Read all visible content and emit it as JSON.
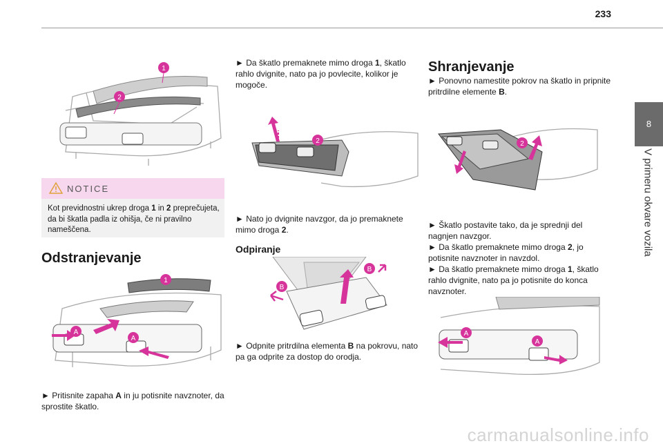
{
  "header": {
    "page_number": "233"
  },
  "side_tab": {
    "chapter_number": "8",
    "chapter_title": "V primeru okvare vozila"
  },
  "col1": {
    "notice_title": "NOTICE",
    "notice_text_parts": [
      "Kot previdnostni ukrep droga ",
      "1",
      " in ",
      "2",
      " preprečujeta, da bi škatla padla iz ohišja, če ni pravilno nameščena."
    ],
    "heading_removal": "Odstranjevanje",
    "step_press": [
      "► Pritisnite zapaha ",
      "A",
      " in ju potisnite navznoter, da sprostite škatlo."
    ],
    "fig1_labels": [
      "1",
      "2"
    ],
    "fig2_labels": [
      "1",
      "A",
      "A"
    ]
  },
  "col2": {
    "step_move1": [
      "► Da škatlo premaknete mimo droga ",
      "1",
      ", škatlo rahlo dvignite, nato pa jo povlecite, kolikor je mogoče."
    ],
    "step_move2": [
      "► Nato jo dvignite navzgor, da jo premaknete mimo droga ",
      "2",
      "."
    ],
    "heading_open": "Odpiranje",
    "step_open": [
      "► Odpnite pritrdilna elementa ",
      "B",
      " na pokrovu, nato pa ga odprite za dostop do orodja."
    ],
    "fig3_labels": [
      "2"
    ],
    "fig4_labels": [
      "B",
      "B"
    ]
  },
  "col3": {
    "heading_storage": "Shranjevanje",
    "step_store1": [
      "► Ponovno namestite pokrov na škatlo in pripnite pritrdilne elemente ",
      "B",
      "."
    ],
    "step_store2": "► Škatlo postavite tako, da je sprednji del nagnjen navzgor.",
    "step_store3": [
      "► Da škatlo premaknete mimo droga ",
      "2",
      ", jo potisnite navznoter in navzdol."
    ],
    "step_store4": [
      "► Da škatlo premaknete mimo droga ",
      "1",
      ", škatlo rahlo dvignite, nato pa jo potisnite do konca navznoter."
    ],
    "fig5_labels": [
      "2"
    ],
    "fig6_labels": [
      "A",
      "A"
    ]
  },
  "footer": {
    "watermark": "carmanualsonline.info"
  },
  "colors": {
    "accent_magenta": "#d6349b",
    "notice_header": "#f6d7ee",
    "tab_gray": "#6b6b6b"
  }
}
